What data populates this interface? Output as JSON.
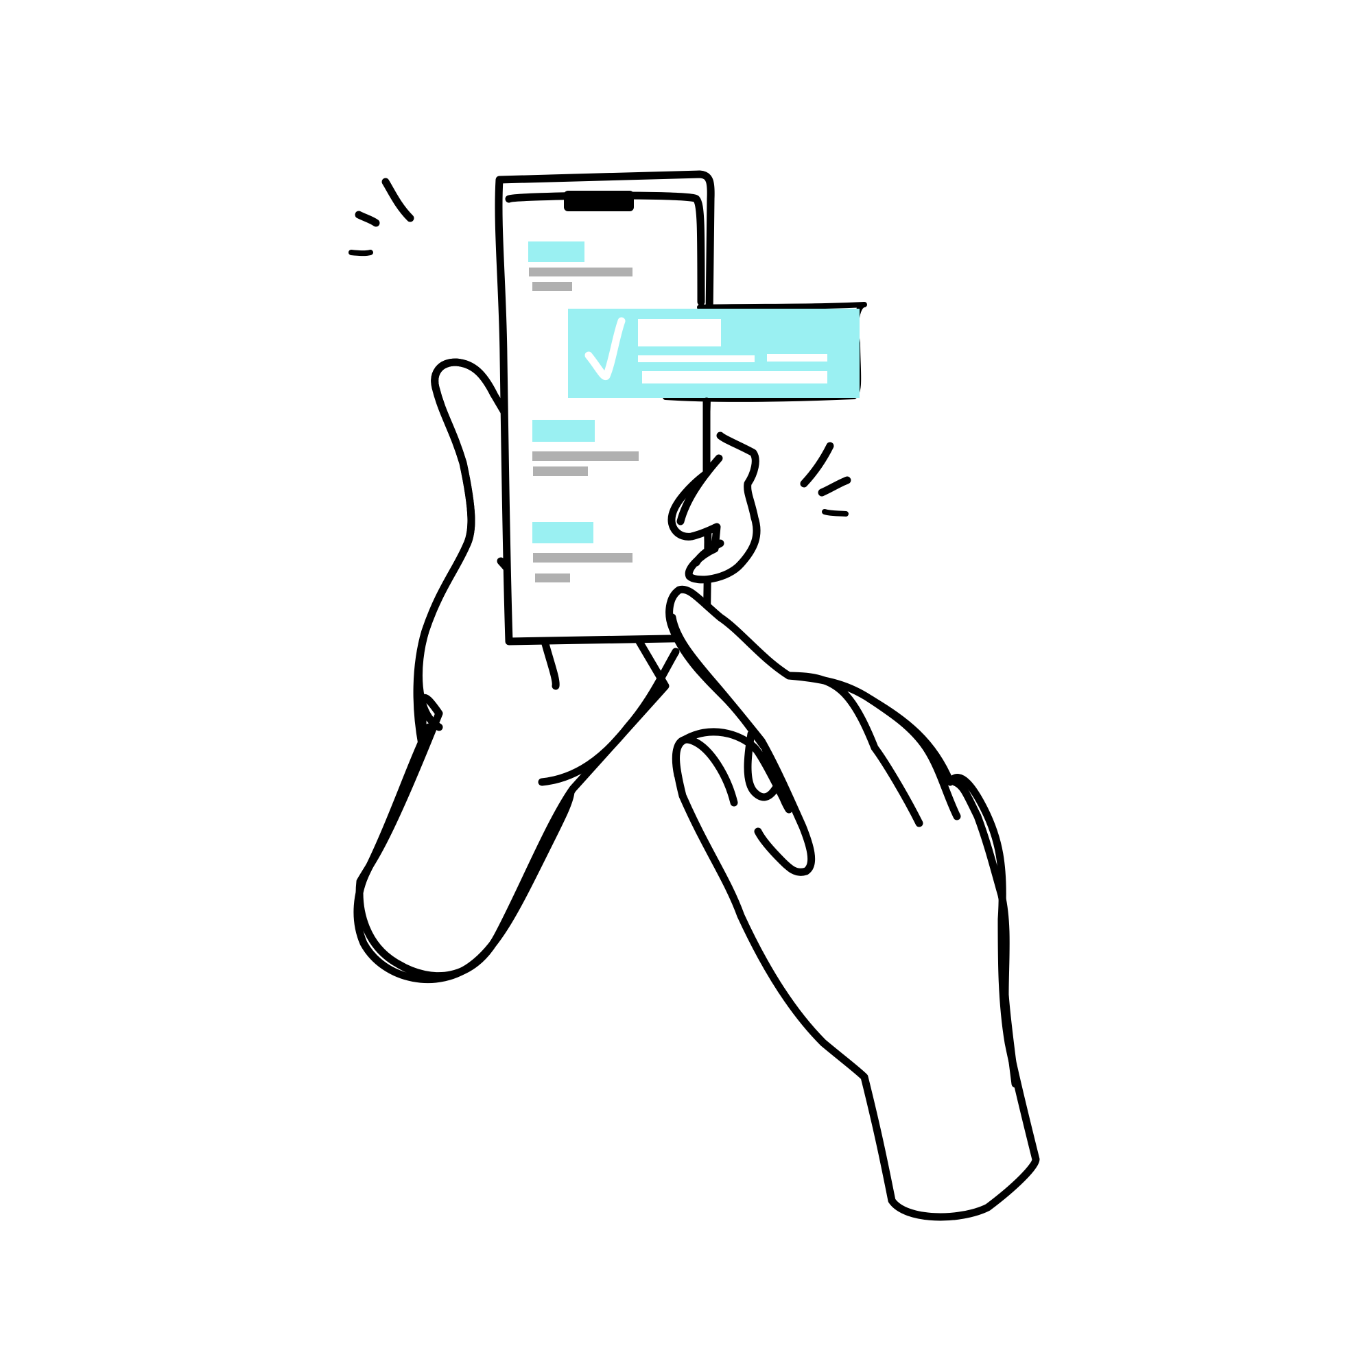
{
  "colors": {
    "background": "#ffffff",
    "ink": "#000000",
    "accent": "#9af0f2",
    "placeholder_gray": "#b0b0b0",
    "placeholder_white": "#ffffff"
  },
  "icons": {
    "notification_check": "check-icon"
  },
  "phone_screen": {
    "list_items": [
      {
        "name": "list-item-1"
      },
      {
        "name": "list-item-2"
      },
      {
        "name": "list-item-3"
      }
    ]
  },
  "popup_card": {
    "selected": true
  },
  "decorations": {
    "sparkle_groups": 2
  }
}
